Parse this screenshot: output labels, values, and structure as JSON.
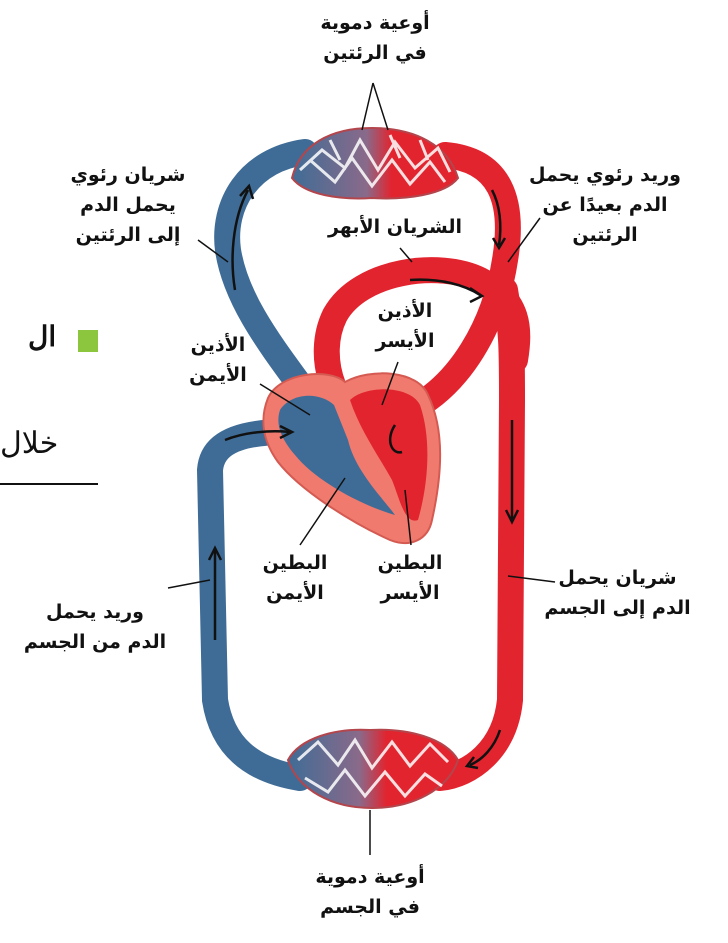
{
  "labels": {
    "lung_vessels": [
      "أوعية دموية",
      "في الرئتين"
    ],
    "pulmonary_artery": [
      "شريان رئوي",
      "يحمل الدم",
      "إلى الرئتين"
    ],
    "pulmonary_vein": [
      "وريد رئوي يحمل",
      "الدم بعيدًا عن",
      "الرئتين"
    ],
    "aorta": [
      "الشريان الأبهر"
    ],
    "left_atrium": [
      "الأذين",
      "الأيسر"
    ],
    "right_atrium": [
      "الأذين",
      "الأيمن"
    ],
    "right_ventricle": [
      "البطين",
      "الأيمن"
    ],
    "left_ventricle": [
      "البطين",
      "الأيسر"
    ],
    "body_artery": [
      "شريان يحمل",
      "الدم إلى الجسم"
    ],
    "body_vein": [
      "وريد يحمل",
      "الدم من الجسم"
    ],
    "body_vessels": [
      "أوعية دموية",
      "في الجسم"
    ]
  },
  "side_text": {
    "heading_fragment": "ال",
    "body_fragment": "خلال"
  },
  "colors": {
    "deoxygenated_blood": "#3f6c96",
    "oxygenated_blood": "#e2242f",
    "heart_muscle": "#f07a6e",
    "side_marker": "#8cc63f"
  }
}
